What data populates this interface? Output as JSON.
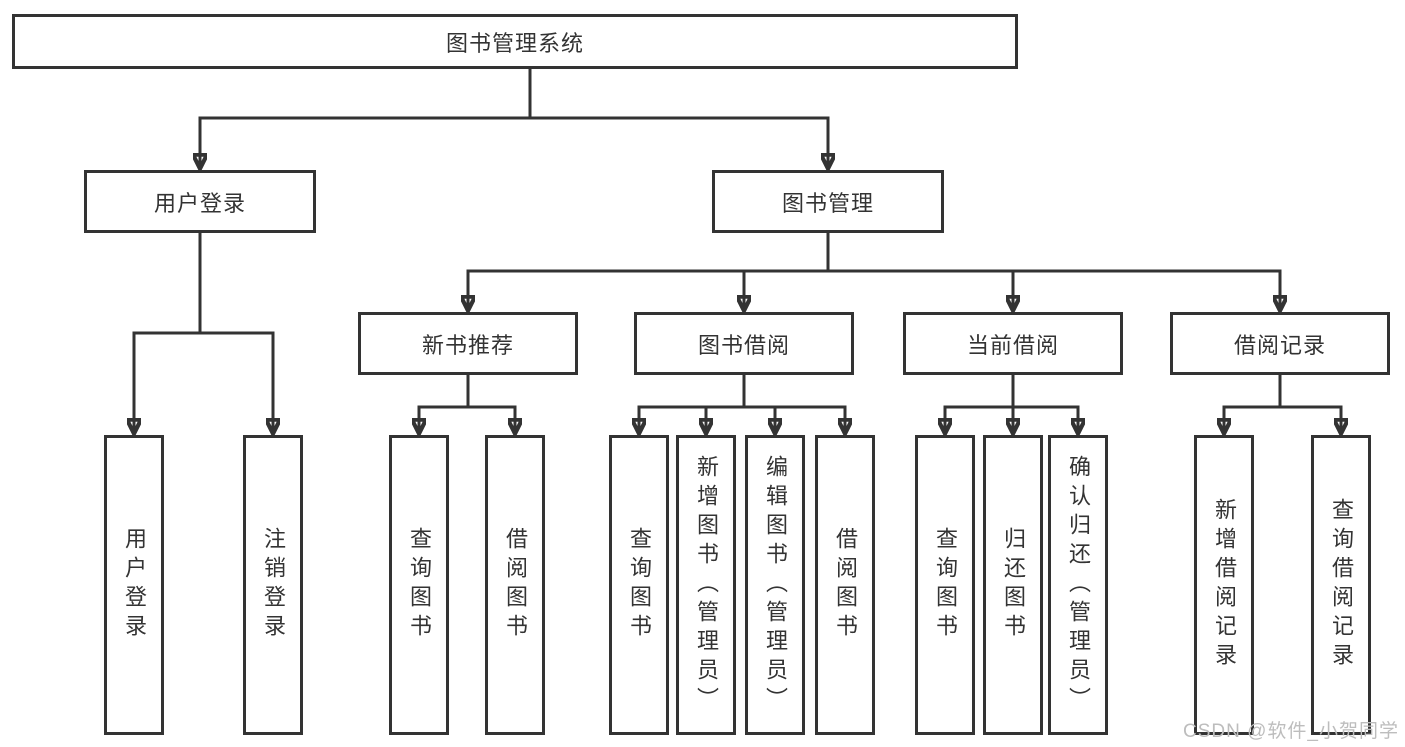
{
  "diagram": {
    "root": {
      "label": "图书管理系统"
    },
    "branches": [
      {
        "label": "用户登录",
        "children": [
          {
            "label": "用户登录"
          },
          {
            "label": "注销登录"
          }
        ]
      },
      {
        "label": "图书管理",
        "children": [
          {
            "label": "新书推荐",
            "children": [
              {
                "label": "查询图书"
              },
              {
                "label": "借阅图书"
              }
            ]
          },
          {
            "label": "图书借阅",
            "children": [
              {
                "label": "查询图书"
              },
              {
                "label": "新增图书（管理员）"
              },
              {
                "label": "编辑图书（管理员）"
              },
              {
                "label": "借阅图书"
              }
            ]
          },
          {
            "label": "当前借阅",
            "children": [
              {
                "label": "查询图书"
              },
              {
                "label": "归还图书"
              },
              {
                "label": "确认归还（管理员）"
              }
            ]
          },
          {
            "label": "借阅记录",
            "children": [
              {
                "label": "新增借阅记录"
              },
              {
                "label": "查询借阅记录"
              }
            ]
          }
        ]
      }
    ]
  },
  "watermark": {
    "text": "CSDN @软件_小贺同学"
  },
  "colors": {
    "line": "#333333",
    "box_border": "#333333",
    "text": "#333333",
    "watermark": "#bdbdbd",
    "background": "#ffffff"
  }
}
